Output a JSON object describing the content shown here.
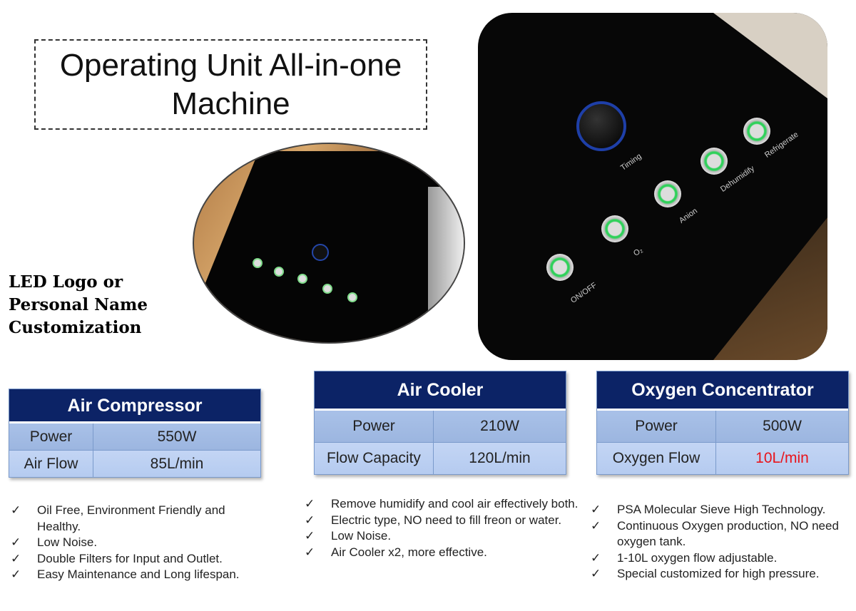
{
  "title": {
    "line1": "Operating Unit All-in-one",
    "line2": "Machine"
  },
  "customization": {
    "line1": "LED Logo or",
    "line2": "Personal Name",
    "line3": "Customization"
  },
  "panel_labels": [
    "ON/OFF",
    "O₂",
    "Anion",
    "Dehumidify",
    "Refrigerate",
    "Timing"
  ],
  "tables": [
    {
      "title": "Air Compressor",
      "rows": [
        {
          "label": "Power",
          "value": "550W"
        },
        {
          "label": "Air Flow",
          "value": "85L/min"
        }
      ]
    },
    {
      "title": "Air Cooler",
      "rows": [
        {
          "label": "Power",
          "value": "210W"
        },
        {
          "label": "Flow Capacity",
          "value": "120L/min"
        }
      ]
    },
    {
      "title": "Oxygen Concentrator",
      "rows": [
        {
          "label": "Power",
          "value": "500W"
        },
        {
          "label": "Oxygen Flow",
          "value": "10L/min"
        }
      ]
    }
  ],
  "highlight_color": "#e8141b",
  "check_icon": "✓",
  "features": [
    [
      "Oil Free, Environment Friendly and Healthy.",
      "Low Noise.",
      "Double Filters for Input and Outlet.",
      "Easy Maintenance and Long lifespan."
    ],
    [
      "Remove humidify and cool air effectively both.",
      "Electric type, NO need to fill freon or water.",
      "Low Noise.",
      "Air Cooler x2, more effective."
    ],
    [
      "PSA Molecular Sieve High Technology.",
      "Continuous Oxygen production, NO need oxygen tank.",
      "1-10L oxygen flow adjustable.",
      "Special customized for high pressure."
    ]
  ]
}
